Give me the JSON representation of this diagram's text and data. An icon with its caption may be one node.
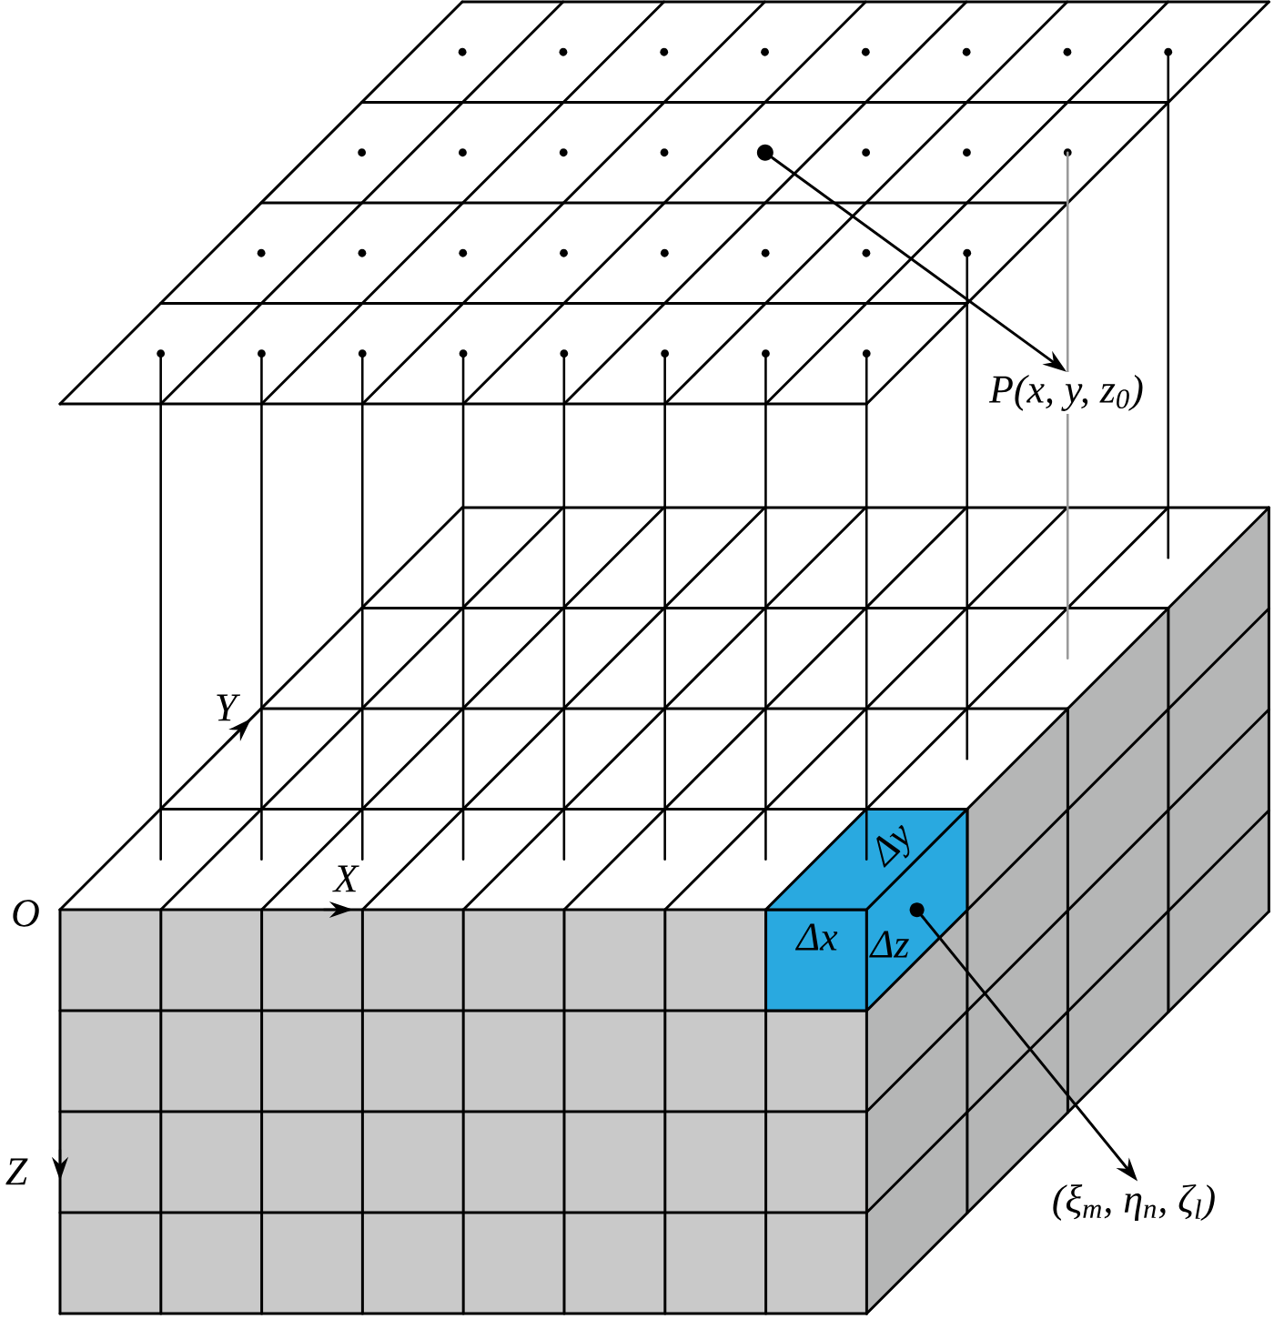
{
  "diagram": {
    "nodes": [
      {
        "text": [],
        "shape": "circle"
      },
      {
        "text": [
          "P(x, y, z$_{0}$)"
        ]
      },
      {
        "text": [],
        "shape": "circle"
      },
      {
        "text": [
          "(ξ$_{m}$, η$_{n}$, ζ$_{l}$)"
        ]
      }
    ],
    "edges": [
      {
        "from": 0,
        "to": 1,
        "arrow": "to"
      },
      {
        "from": 2,
        "to": 3,
        "arrow": "to"
      }
    ],
    "labels": [
      "Y",
      "Δy",
      "X",
      "O",
      "Δx",
      "Δz",
      "Z"
    ]
  }
}
